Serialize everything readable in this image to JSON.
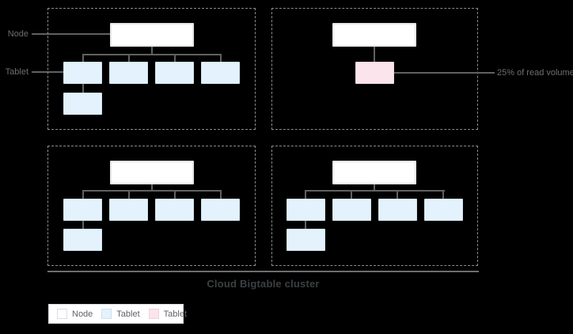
{
  "annotations": {
    "node_pointer": "Node",
    "tablet_pointer": "Tablet",
    "read_volume_callout": "25% of read volume"
  },
  "caption": "Cloud Bigtable cluster",
  "legend": {
    "items": [
      {
        "label": "Node",
        "swatch": "node"
      },
      {
        "label": "Tablet",
        "swatch": "tablet-blue"
      },
      {
        "label": "Tablet",
        "swatch": "tablet-pink"
      }
    ]
  },
  "diagram": {
    "quadrants": [
      {
        "name": "node-group-1",
        "tablet_count": 5,
        "tablet_color": "blue"
      },
      {
        "name": "node-group-2",
        "tablet_count": 1,
        "tablet_color": "pink",
        "callout": "25% of read volume"
      },
      {
        "name": "node-group-3",
        "tablet_count": 5,
        "tablet_color": "blue"
      },
      {
        "name": "node-group-4",
        "tablet_count": 5,
        "tablet_color": "blue"
      }
    ]
  },
  "colors": {
    "background": "#000000",
    "node_fill": "#ffffff",
    "tablet_blue": "#e3f2fd",
    "tablet_pink": "#fce4ec",
    "connector_line": "#616161",
    "dashed_border": "#8a8a8a",
    "annotation_text": "#6f6f6f",
    "caption_text": "#3c4043",
    "legend_border": "#dadce0",
    "legend_text": "#5f6368"
  }
}
